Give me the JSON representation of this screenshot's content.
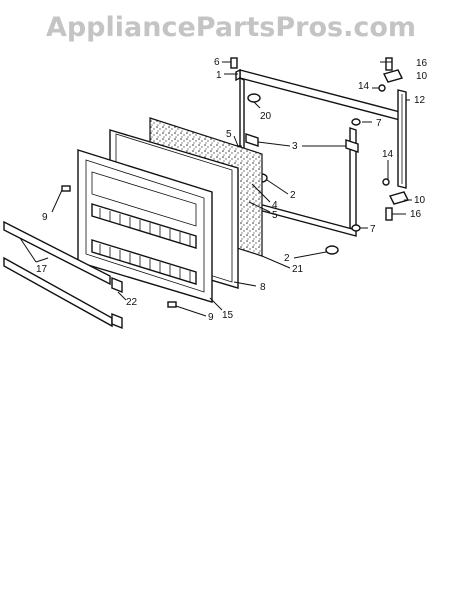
{
  "watermark": "AppliancePartsPros.com",
  "callouts": [
    {
      "id": "c6",
      "text": "6"
    },
    {
      "id": "c1",
      "text": "1"
    },
    {
      "id": "c16a",
      "text": "16"
    },
    {
      "id": "c10a",
      "text": "10"
    },
    {
      "id": "c14a",
      "text": "14"
    },
    {
      "id": "c12",
      "text": "12"
    },
    {
      "id": "c20",
      "text": "20"
    },
    {
      "id": "c7a",
      "text": "7"
    },
    {
      "id": "c5a",
      "text": "5"
    },
    {
      "id": "c3",
      "text": "3"
    },
    {
      "id": "c14b",
      "text": "14"
    },
    {
      "id": "c2a",
      "text": "2"
    },
    {
      "id": "c4",
      "text": "4"
    },
    {
      "id": "c5b",
      "text": "5"
    },
    {
      "id": "c10b",
      "text": "10"
    },
    {
      "id": "c16b",
      "text": "16"
    },
    {
      "id": "c9a",
      "text": "9"
    },
    {
      "id": "c7b",
      "text": "7"
    },
    {
      "id": "c2b",
      "text": "2"
    },
    {
      "id": "c21",
      "text": "21"
    },
    {
      "id": "c17",
      "text": "17"
    },
    {
      "id": "c8",
      "text": "8"
    },
    {
      "id": "c22",
      "text": "22"
    },
    {
      "id": "c9b",
      "text": "9"
    },
    {
      "id": "c15",
      "text": "15"
    }
  ]
}
